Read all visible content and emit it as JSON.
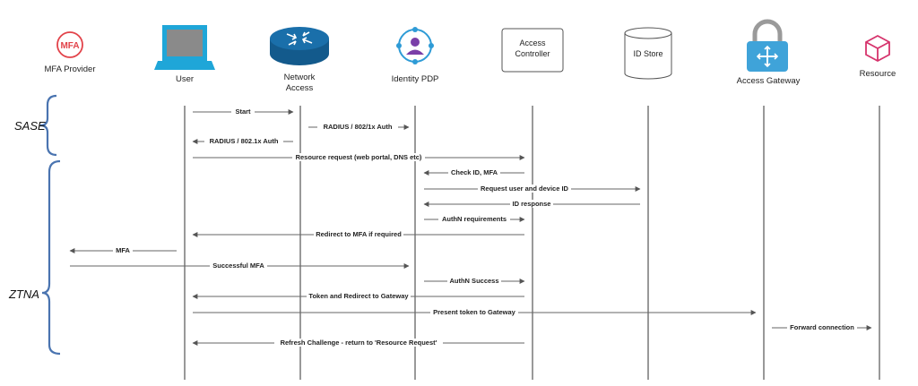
{
  "actors": {
    "mfa_provider": {
      "label": "MFA Provider",
      "icon_text": "MFA",
      "icon": "mfa-badge-icon",
      "color": "#e2434a"
    },
    "user": {
      "label": "User",
      "icon": "laptop-icon",
      "color": "#1fa6d8"
    },
    "network_access": {
      "label_line1": "Network",
      "label_line2": "Access",
      "icon": "router-icon",
      "color": "#1a6faa"
    },
    "identity_pdp": {
      "label": "Identity PDP",
      "icon": "identity-user-icon",
      "color": "#7a3fa8"
    },
    "access_controller": {
      "label_line1": "Access",
      "label_line2": "Controller"
    },
    "id_store": {
      "label": "ID Store",
      "icon": "database-cylinder-icon"
    },
    "access_gateway": {
      "label": "Access Gateway",
      "icon": "lock-gateway-icon",
      "color": "#3fa3d9"
    },
    "resource": {
      "label": "Resource",
      "icon": "cube-icon",
      "color": "#d6336c"
    }
  },
  "groups": {
    "sase": {
      "label": "SASE"
    },
    "ztna": {
      "label": "ZTNA"
    }
  },
  "messages": [
    {
      "text": "Start"
    },
    {
      "text": "RADIUS / 802/1x Auth"
    },
    {
      "text": "RADIUS / 802.1x Auth"
    },
    {
      "text": "Resource request (web portal, DNS etc)"
    },
    {
      "text": "Check ID, MFA"
    },
    {
      "text": "Request user and device ID"
    },
    {
      "text": "ID response"
    },
    {
      "text": "AuthN requirements"
    },
    {
      "text": "Redirect to MFA if required"
    },
    {
      "text": "MFA"
    },
    {
      "text": "Successful MFA"
    },
    {
      "text": "AuthN Success"
    },
    {
      "text": "Token and Redirect to Gateway"
    },
    {
      "text": "Present token to Gateway"
    },
    {
      "text": "Forward connection"
    },
    {
      "text": "Refresh Challenge - return to  'Resource Request'"
    }
  ]
}
